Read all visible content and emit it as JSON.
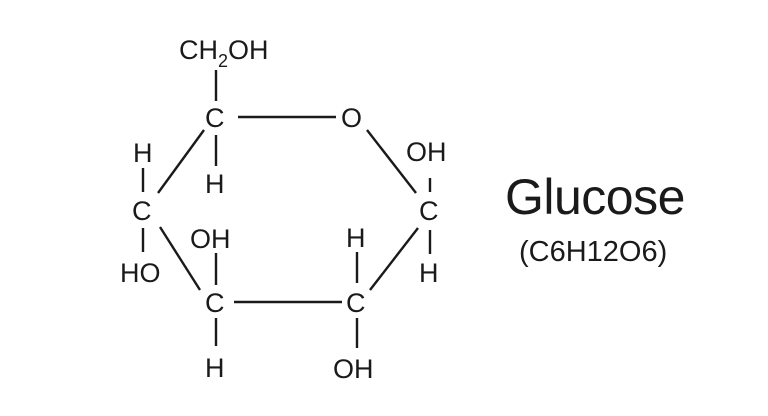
{
  "compound": {
    "name": "Glucose",
    "formula": "(C6H12O6)"
  },
  "structure": {
    "ch2oh_prefix": "CH",
    "ch2oh_subscript": "2",
    "ch2oh_suffix": "OH",
    "ring_oxygen": "O",
    "c5": "C",
    "c4": "C",
    "c3": "C",
    "c2": "C",
    "c1": "C",
    "c5_h": "H",
    "c4_h": "H",
    "c4_oh": "HO",
    "c3_oh": "OH",
    "c3_h": "H",
    "c2_h": "H",
    "c2_oh": "OH",
    "c1_oh": "OH",
    "c1_h": "H"
  },
  "colors": {
    "ink": "#1a1a1a",
    "background": "#ffffff"
  }
}
